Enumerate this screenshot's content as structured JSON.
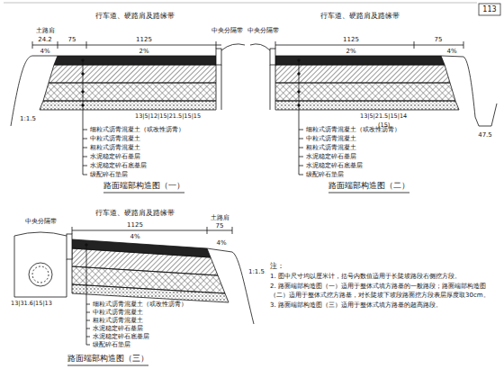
{
  "diagram": {
    "labels": [
      "113",
      "行车道、硬路肩及路缘带",
      "土路肩",
      "中央分隔带",
      "24.2",
      "75",
      "1125",
      "4%",
      "2%",
      "1:1.5",
      "13|5|12|15|21.5|15|15",
      "细粒式沥青混凝土（或改性沥青）",
      "中粒式沥青混凝土",
      "粗粒式沥青混凝土",
      "水泥稳定碎石基层",
      "水泥稳定碎石底基层",
      "级配碎石垫层",
      "路面端部构造图（一）",
      "行车道、硬路肩及路缘带",
      "中央分隔带",
      "1125",
      "75",
      "2%",
      "4%",
      "13|5|21.5|15|14",
      "(15)",
      "47.5",
      "细粒式沥青混凝土（或改性沥青）",
      "中粒式沥青混凝土",
      "粗粒式沥青混凝土",
      "水泥稳定碎石基层",
      "水泥稳定碎石底基层",
      "级配碎石垫层",
      "路面端部构造图（二）",
      "行车道、硬路肩及路缘带",
      "土路肩",
      "中央分隔带",
      "1125",
      "75",
      "4%",
      "4%",
      "1:1.5",
      "13|31.6|15|13",
      "细粒式沥青混凝土（或改性沥青）",
      "中粒式沥青混凝土",
      "粗粒式沥青混凝土",
      "水泥稳定碎石基层",
      "水泥稳定碎石底基层",
      "级配碎石垫层",
      "路面端部构造图（三）",
      "注：",
      "1. 图中尺寸均以厘米计，括号内数值适用于长陡坡路段右侧挖方段。",
      "2. 路面端部构造图（一）适用于整体式填方路基的一般路段；路面端部构造图（二）适用于整体式挖方路基，对长陡坡下坡段路面挖方段表层厚度取30cm。",
      "3. 路面端部构造图（三）适用于整体式填方路基的超高路段。"
    ]
  }
}
